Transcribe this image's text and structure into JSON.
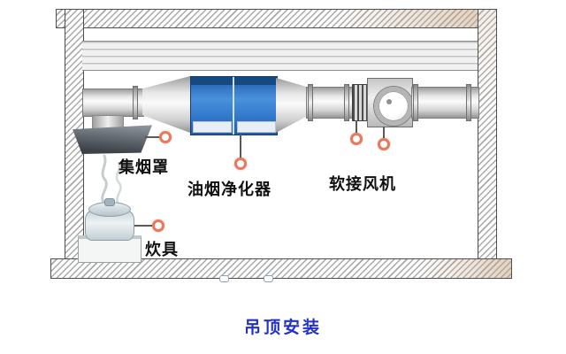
{
  "diagram": {
    "title": "吊顶安装",
    "labels": {
      "hood": "集烟罩",
      "purifier": "油烟净化器",
      "fan": "软接风机",
      "cooker": "炊具"
    },
    "components": [
      "smoke-hood",
      "duct",
      "oil-fume-purifier",
      "flexible-joint",
      "fan",
      "cooker",
      "suspended-ceiling",
      "hatched-walls"
    ],
    "colors": {
      "purifier_blue": "#2d74c6",
      "purifier_dark_blue": "#15497f",
      "marker_ring_orange": "#ee7757",
      "title_blue": "#2431c8",
      "label_black": "#111111",
      "duct_gray": "#d4d4d4",
      "hood_dark_gray": "#3d4249",
      "wall_hatch_gray": "#a8a8a8"
    }
  }
}
